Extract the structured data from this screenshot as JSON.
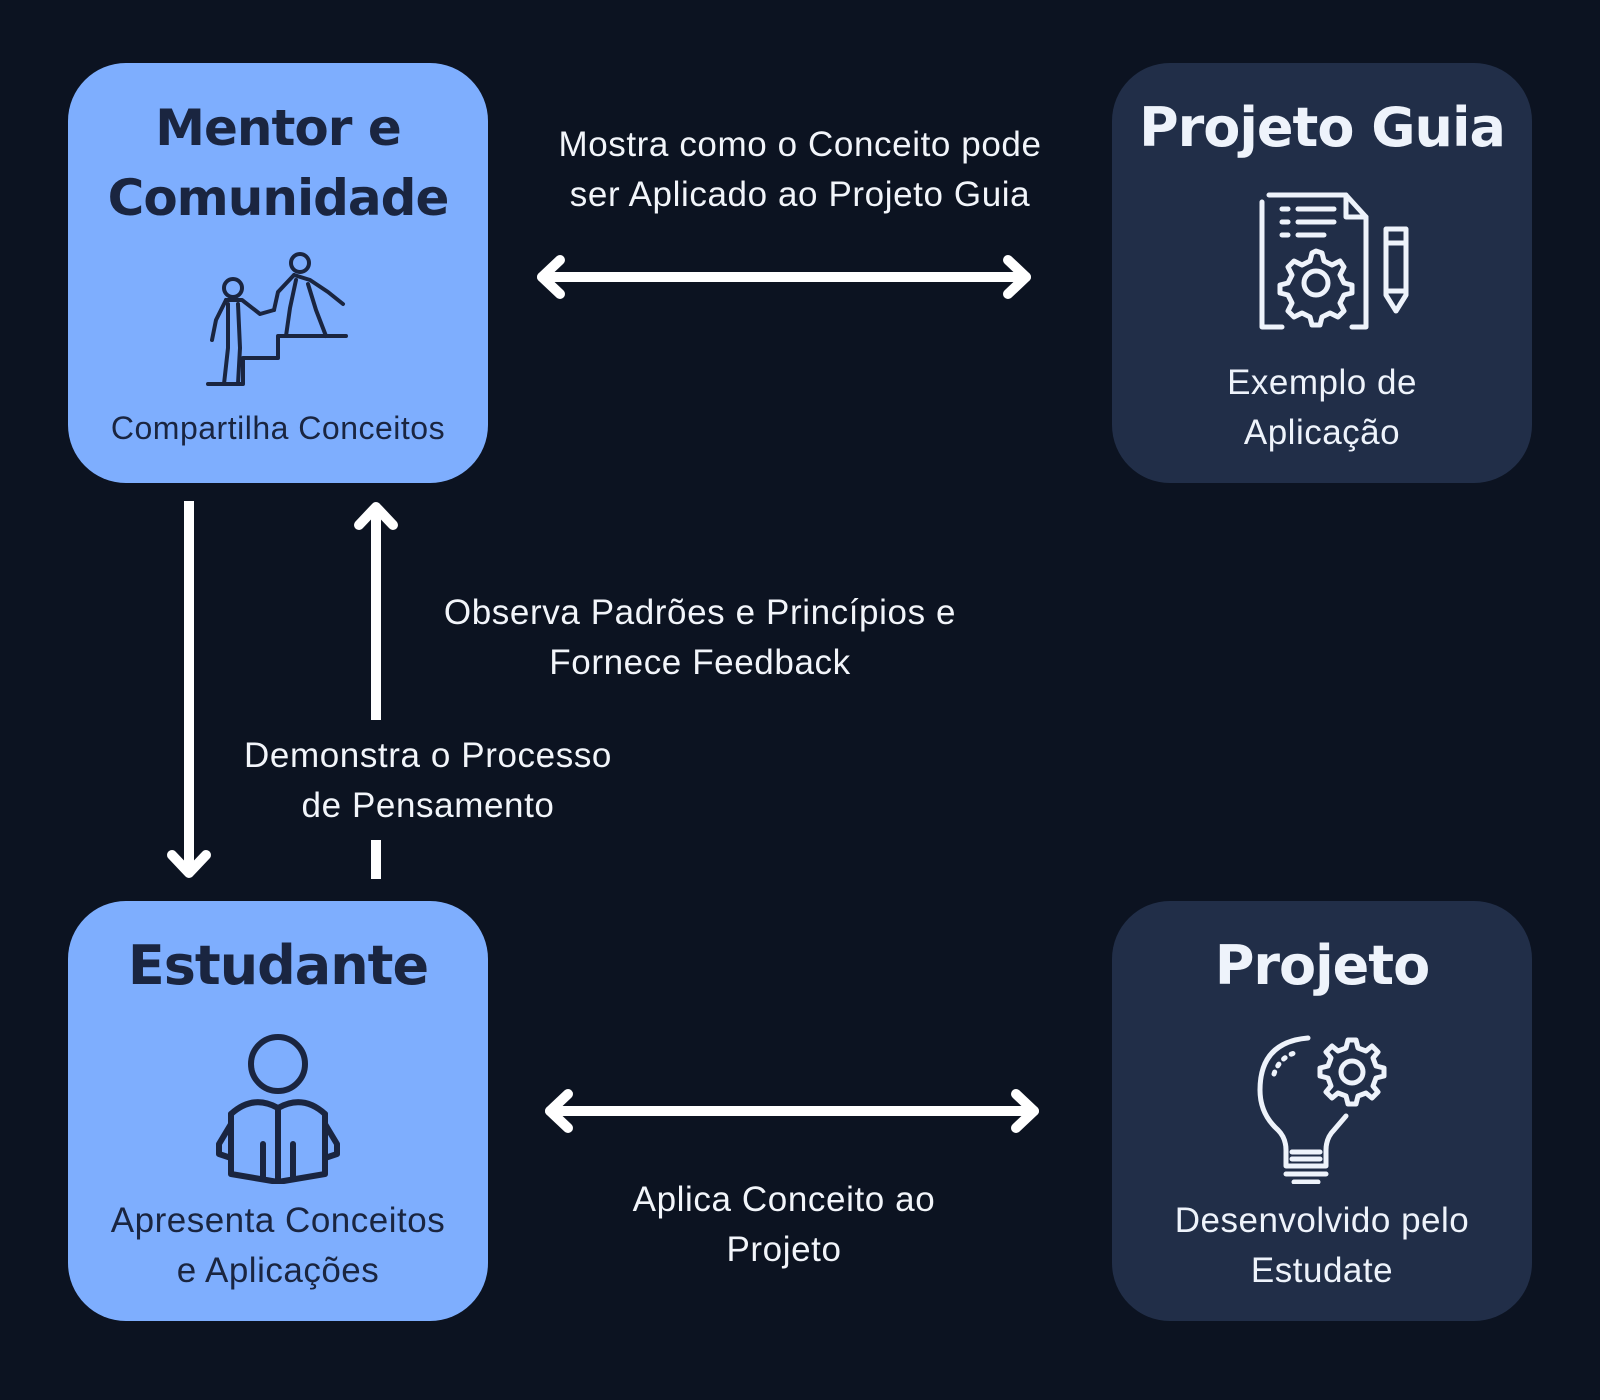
{
  "nodes": {
    "mentor": {
      "title": "Mentor e Comunidade",
      "subtitle": "Compartilha Conceitos",
      "icon": "helping-climb-icon"
    },
    "guide": {
      "title": "Projeto Guia",
      "subtitle": "Exemplo de\nAplicação",
      "icon": "document-gear-icon"
    },
    "student": {
      "title": "Estudante",
      "subtitle": "Apresenta Conceitos\ne Aplicações",
      "icon": "reading-person-icon"
    },
    "project": {
      "title": "Projeto",
      "subtitle": "Desenvolvido pelo\nEstudate",
      "icon": "lightbulb-gear-icon"
    }
  },
  "edges": {
    "mentor_guide": "Mostra como o Conceito pode\nser Aplicado ao Projeto Guia",
    "student_mentor": "Observa Padrões e Princípios e\nFornece Feedback",
    "mentor_student": "Demonstra o Processo\nde Pensamento",
    "student_project": "Aplica Conceito ao\nProjeto"
  },
  "colors": {
    "background": "#0c1321",
    "light_node": "#7eaefe",
    "dark_node": "#212e48",
    "light_text": "#1a2540",
    "dark_text": "#eef3fb",
    "arrow": "#ffffff"
  }
}
